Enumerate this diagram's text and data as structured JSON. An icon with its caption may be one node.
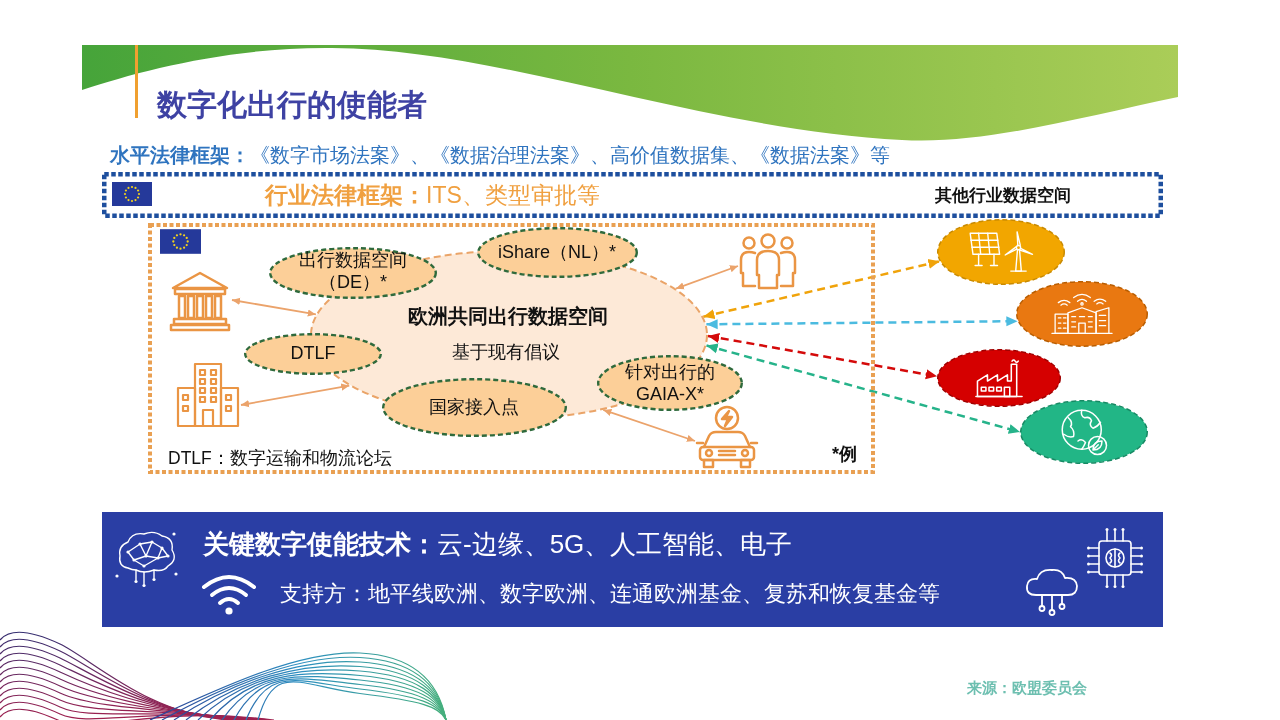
{
  "diagram": {
    "title": "数字化出行的使能者",
    "nodes": [
      {
        "text": [
          "**行业法律框架：**ITS、类型审批等",
          "其他行业数据空间"
        ]
      },
      {
        "text": [
          "DTLF：数字运输和物流论坛",
          "*例"
        ]
      },
      {
        "text": [
          "出行数据空间（DE）*"
        ],
        "in": 1
      },
      {
        "text": [
          "iShare（NL）*"
        ],
        "in": 1
      },
      {
        "text": [],
        "shape": "picture",
        "in": 1
      },
      {
        "text": [],
        "shape": "picture",
        "in": 1
      },
      {
        "text": [
          "欧洲共同出行数据空间",
          "基于现有倡议"
        ],
        "in": 1
      },
      {
        "text": [
          "DTLF"
        ],
        "in": 1
      },
      {
        "text": [
          "针对出行的GAIA-X*"
        ],
        "in": 1
      },
      {
        "text": [],
        "shape": "picture",
        "in": 1
      },
      {
        "text": [
          "国家接入点"
        ],
        "in": 1
      },
      {
        "text": [],
        "shape": "picture",
        "in": 1
      },
      {
        "text": [],
        "shape": "circle"
      },
      {
        "text": [],
        "shape": "circle"
      },
      {
        "text": [],
        "shape": "circle"
      },
      {
        "text": [],
        "shape": "circle"
      },
      {
        "text": [
          "**关键数字使能技术：**云-边缘、5G、人工智能、电子",
          "支持方：地平线欧洲、数字欧洲、连通欧洲基金、复苏和恢复基金等"
        ]
      }
    ],
    "edges": [
      {
        "from": 4,
        "to": 6,
        "arrow": "both"
      },
      {
        "from": 9,
        "to": 6,
        "arrow": "both"
      },
      {
        "from": 6,
        "to": 5,
        "arrow": "both"
      },
      {
        "from": 6,
        "to": 11,
        "arrow": "both"
      },
      {
        "from": 6,
        "to": 12,
        "arrow": "both",
        "style": "dashed",
        "color": "#f0a30a"
      },
      {
        "from": 6,
        "to": 13,
        "arrow": "both",
        "style": "dashed",
        "color": "#4bbbe0"
      },
      {
        "from": 6,
        "to": 14,
        "arrow": "both",
        "style": "dashed",
        "color": "#d40a0a"
      },
      {
        "from": 6,
        "to": 15,
        "arrow": "both",
        "style": "dashed",
        "color": "#26b38a"
      }
    ],
    "labels": [
      "**水平法律框架：**《数字市场法案》、《数据治理法案》、高价值数据集、《数据法案》等",
      "来源：欧盟委员会"
    ]
  }
}
